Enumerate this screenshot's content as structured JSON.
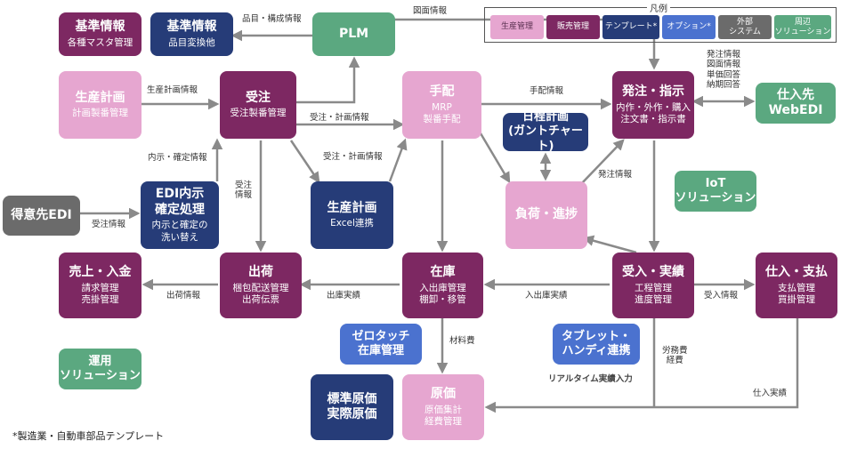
{
  "legend": {
    "title": "凡例",
    "items": [
      {
        "label": "生産管理",
        "color": "#e6a6d0"
      },
      {
        "label": "販売管理",
        "color": "#7d2862"
      },
      {
        "label": "テンプレート*",
        "color": "#263c78"
      },
      {
        "label": "オプション*",
        "color": "#4b72cf"
      },
      {
        "label": "外部\nシステム",
        "color": "#6b6b6b"
      },
      {
        "label": "周辺\nソリューション",
        "color": "#5ba880"
      }
    ]
  },
  "nodes": {
    "kijun_master": {
      "title": "基準情報",
      "sub": "各種マスタ管理"
    },
    "kijun_item": {
      "title": "基準情報",
      "sub": "品目変換他"
    },
    "plm": {
      "title": "PLM"
    },
    "seisan_keikaku": {
      "title": "生産計画",
      "sub": "計画製番管理"
    },
    "juchu": {
      "title": "受注",
      "sub": "受注製番管理"
    },
    "tehai": {
      "title": "手配",
      "sub": "MRP\n製番手配"
    },
    "hatchu": {
      "title": "発注・指示",
      "sub": "内作・外作・購入\n注文書・指示書"
    },
    "webedi": {
      "title": "仕入先\nWebEDI"
    },
    "nittei": {
      "title": "日程計画\n(ガントチャート)"
    },
    "tokuisaki_edi": {
      "title": "得意先EDI"
    },
    "edi_naiji": {
      "title": "EDI内示\n確定処理",
      "sub": "内示と確定の\n洗い替え"
    },
    "seisan_excel": {
      "title": "生産計画",
      "sub": "Excel連携"
    },
    "fuka": {
      "title": "負荷・進捗"
    },
    "iot": {
      "title": "IoT\nソリューション"
    },
    "uriage": {
      "title": "売上・入金",
      "sub": "請求管理\n売掛管理"
    },
    "shukka": {
      "title": "出荷",
      "sub": "梱包配送管理\n出荷伝票"
    },
    "zaiko": {
      "title": "在庫",
      "sub": "入出庫管理\n棚卸・移管"
    },
    "ukeire": {
      "title": "受入・実績",
      "sub": "工程管理\n進度管理"
    },
    "shiire": {
      "title": "仕入・支払",
      "sub": "支払管理\n買掛管理"
    },
    "zerotouch": {
      "title": "ゼロタッチ\n在庫管理"
    },
    "tablet": {
      "title": "タブレット・\nハンディ連携"
    },
    "unyo": {
      "title": "運用\nソリューション"
    },
    "hyojun_genka": {
      "title": "標準原価\n実際原価"
    },
    "genka": {
      "title": "原価",
      "sub": "原価集計\n経費管理"
    }
  },
  "edge_labels": {
    "item_config": "品目・構成情報",
    "drawing_info": "図面情報",
    "plan_info": "生産計画情報",
    "order_plan_info_1": "受注・計画情報",
    "order_plan_info_2": "受注・計画情報",
    "tehai_info": "手配情報",
    "supplier_info": "発注情報\n図面情報\n単価回答\n納期回答",
    "naiji_info": "内示・確定情報",
    "juchu_info_edi": "受注情報",
    "juchu_info_down": "受注\n情報",
    "hatchu_info": "発注情報",
    "shukka_info": "出荷情報",
    "shukko_jisseki": "出庫実績",
    "nyushukko_jisseki": "入出庫実績",
    "ukeire_info": "受入情報",
    "zairyohi": "材料費",
    "romuhi": "労務費\n経費",
    "realtime": "リアルタイム実績入力",
    "shiire_jisseki": "仕入実績"
  },
  "footnote": "*製造業・自動車部品テンプレート"
}
